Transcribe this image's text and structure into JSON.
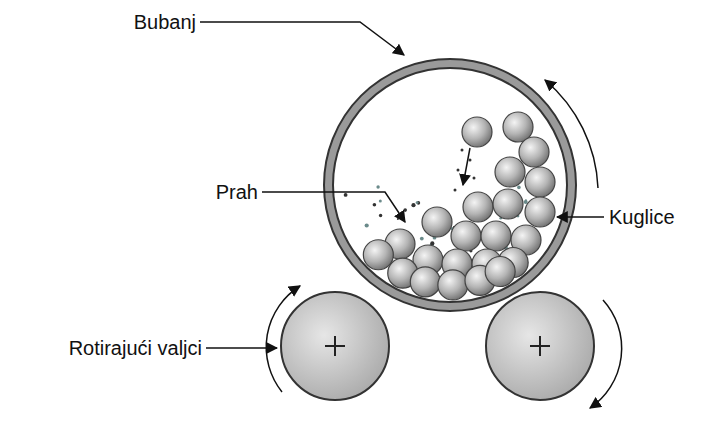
{
  "diagram": {
    "labels": [
      "Bubanj",
      "Prah",
      "Kuglice",
      "Rotirajući valjci"
    ]
  }
}
